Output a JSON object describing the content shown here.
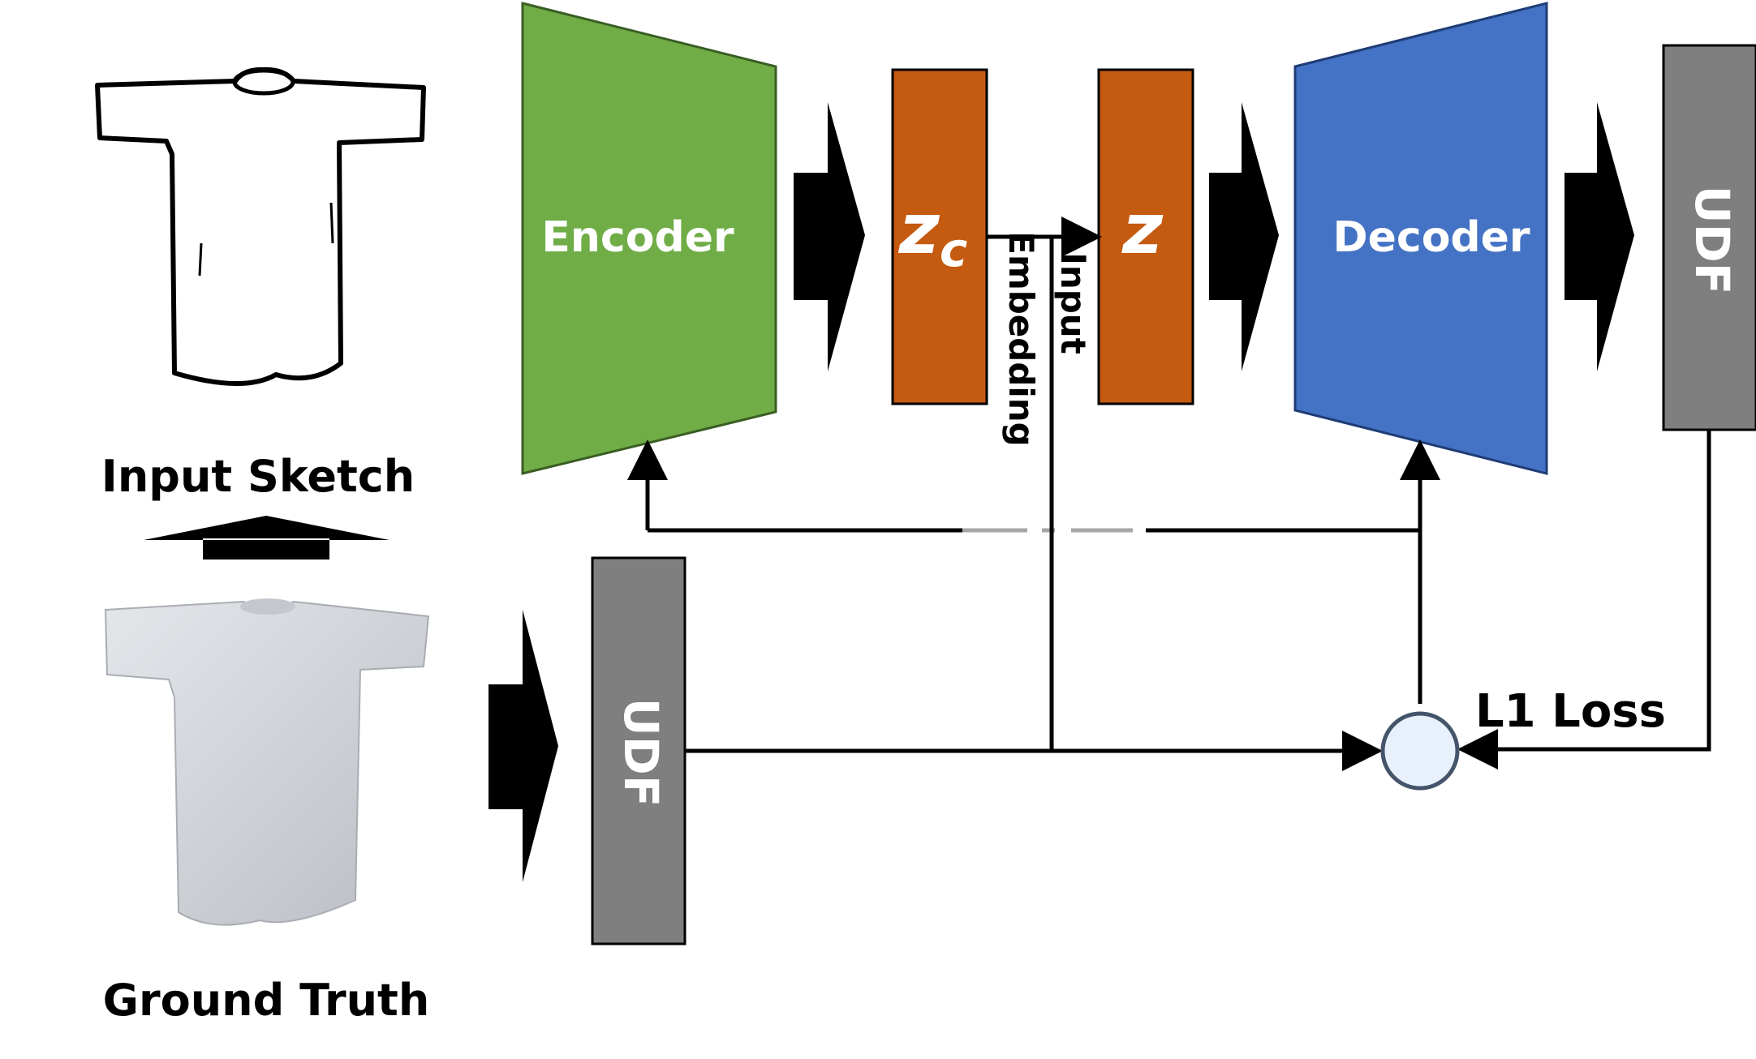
{
  "labels": {
    "input_sketch": "Input Sketch",
    "ground_truth": "Ground Truth",
    "encoder": "Encoder",
    "decoder": "Decoder",
    "zc_main": "z",
    "zc_sub": "c",
    "z": "z",
    "input_embedding_line1": "Input",
    "input_embedding_line2": "Embedding",
    "udf_input": "UDF",
    "udf_output": "UDF",
    "l1_loss": "L1 Loss"
  },
  "colors": {
    "encoder": "#70AD47",
    "decoder": "#4472C4",
    "latent": "#C55A11",
    "udf": "#7F7F7F",
    "loss_node": "#E8F0FC",
    "loss_node_stroke": "#44546A",
    "line": "#000000",
    "dash": "#A6A6A6"
  }
}
